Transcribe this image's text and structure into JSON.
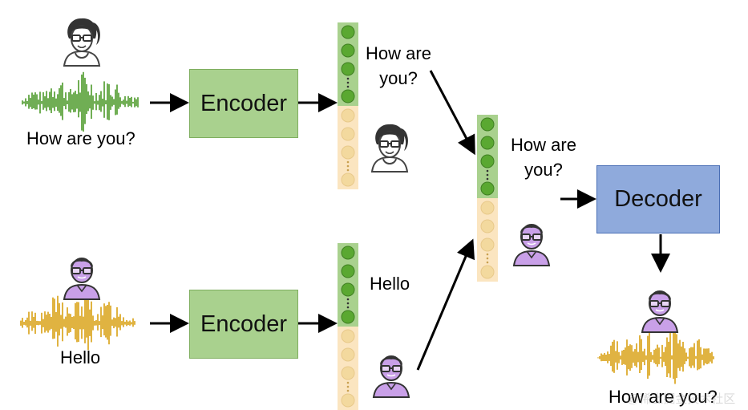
{
  "speaker1_caption": "How are you?",
  "speaker2_caption": "Hello",
  "encoder_top_label": "Encoder",
  "encoder_bottom_label": "Encoder",
  "vec1_caption_line1": "How are",
  "vec1_caption_line2": "you?",
  "vec2_caption": "Hello",
  "combined_caption_line1": "How are",
  "combined_caption_line2": "you?",
  "decoder_label": "Decoder",
  "output_caption": "How are you?",
  "watermark_text": "@稀土掘金技术社区",
  "colors": {
    "encoder_fill": "#a9d18e",
    "decoder_fill": "#8faadc",
    "content_strip": "#a9d18e",
    "content_dot": "#5aa831",
    "speaker_strip": "#fbe5c0",
    "speaker_dot": "#f3d99e",
    "wave_green": "#4c9a2a",
    "wave_gold": "#d9a012",
    "avatar_purple": "#c9a0e8"
  },
  "icons": [
    "woman-avatar-icon",
    "bearded-man-avatar-icon",
    "waveform-icon",
    "arrow-icon"
  ]
}
